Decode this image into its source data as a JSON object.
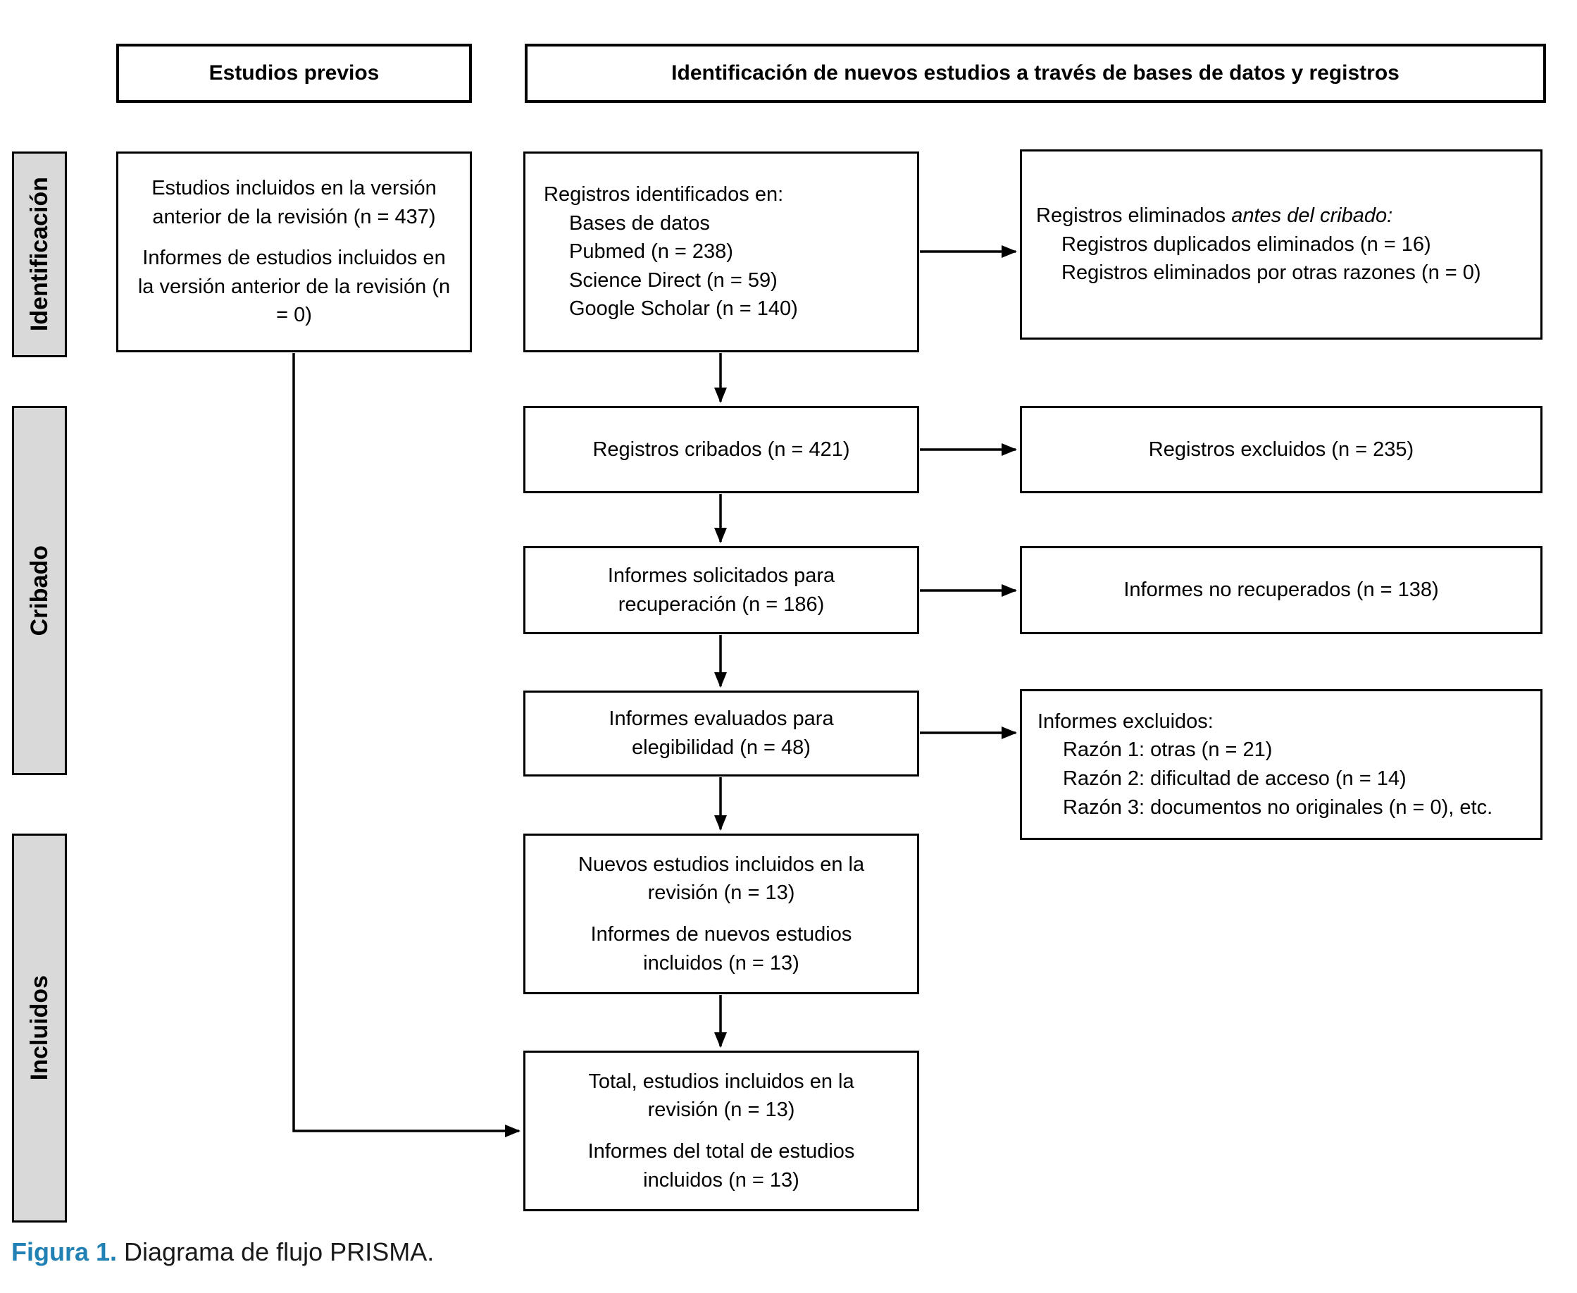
{
  "headers": {
    "previous": "Estudios previos",
    "identification": "Identificación de nuevos estudios a través de bases de datos y registros"
  },
  "rails": {
    "identification": "Identificación",
    "screening": "Cribado",
    "included": "Incluidos"
  },
  "boxes": {
    "previous_studies": {
      "p1": "Estudios incluidos en la versión anterior de la revisión (n = 437)",
      "p2": "Informes de estudios incluidos en la versión anterior de la revisión (n = 0)"
    },
    "records_identified": {
      "title": "Registros identificados en:",
      "lines": [
        "Bases de datos",
        "Pubmed (n = 238)",
        "Science Direct (n = 59)",
        "Google Scholar (n = 140)"
      ]
    },
    "records_removed": {
      "prefix": "Registros eliminados ",
      "italic": "antes del cribado:",
      "lines": [
        "Registros duplicados eliminados (n = 16)",
        "Registros eliminados por otras razones (n = 0)"
      ]
    },
    "records_screened": "Registros cribados (n = 421)",
    "records_excluded": "Registros excluidos (n = 235)",
    "reports_sought": "Informes solicitados para recuperación (n = 186)",
    "reports_not_retrieved": "Informes no recuperados (n = 138)",
    "reports_assessed": "Informes evaluados para elegibilidad (n = 48)",
    "reports_excluded": {
      "title": "Informes excluidos:",
      "lines": [
        "Razón 1: otras (n = 21)",
        "Razón 2: dificultad de acceso (n = 14)",
        "Razón 3: documentos no originales (n = 0), etc."
      ]
    },
    "new_studies": {
      "p1": "Nuevos estudios incluidos en la revisión (n = 13)",
      "p2": "Informes de nuevos estudios incluidos (n = 13)"
    },
    "total_studies": {
      "p1": "Total, estudios incluidos en la revisión (n = 13)",
      "p2": "Informes del total de estudios incluidos (n = 13)"
    }
  },
  "caption": {
    "label": "Figura 1.",
    "text": " Diagrama de flujo PRISMA."
  },
  "colors": {
    "accent_blue": "#2181b4",
    "rail_gray": "#d9d9d9"
  }
}
